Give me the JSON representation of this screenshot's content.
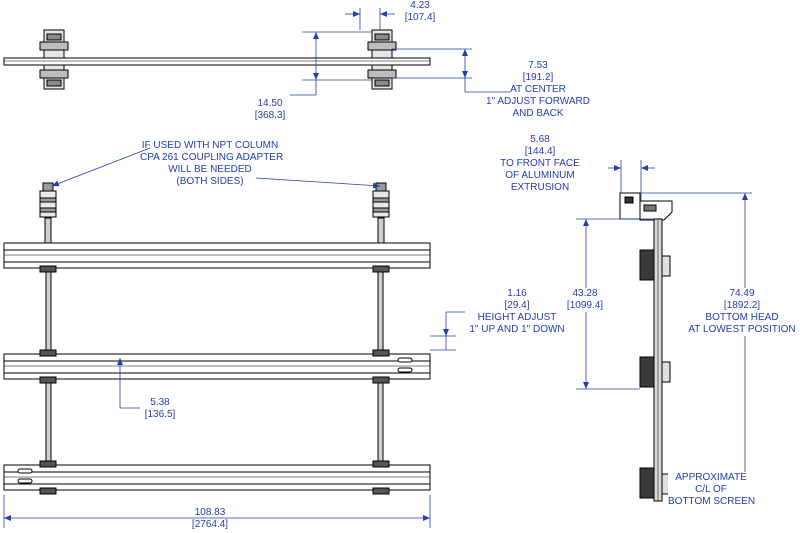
{
  "colors": {
    "line": "#000000",
    "dimension": "#2340a8",
    "part": "#3a3a3a"
  },
  "top_view": {
    "width": {
      "in": "4.23",
      "mm": "[107.4]"
    },
    "depth": {
      "in": "7.53",
      "mm": "[191.2]",
      "note1": "AT CENTER",
      "note2": "1\" ADJUST FORWARD",
      "note3": "AND BACK"
    },
    "offset": {
      "in": "14.50",
      "mm": "[368.3]"
    }
  },
  "front_view": {
    "coupling_note": {
      "line1": "IF USED WITH NPT COLUMN",
      "line2": "CPA 261 COUPLING ADAPTER",
      "line3": "WILL BE NEEDED",
      "line4": "(BOTH SIDES)"
    },
    "height_adjust": {
      "in": "1.16",
      "mm": "[29.4]",
      "note1": "HEIGHT ADJUST",
      "note2": "1\" UP AND 1\" DOWN"
    },
    "rail_spacing": {
      "in": "5.38",
      "mm": "[136.5]"
    },
    "overall_width": {
      "in": "108.83",
      "mm": "[2764.4]"
    }
  },
  "side_view": {
    "front_face": {
      "in": "5.68",
      "mm": "[144.4]",
      "note1": "TO FRONT FACE",
      "note2": "OF ALUMINUM",
      "note3": "EXTRUSION"
    },
    "column_height": {
      "in": "43.28",
      "mm": "[1099.4]"
    },
    "bottom_head": {
      "in": "74.49",
      "mm": "[1892.2]",
      "note1": "BOTTOM HEAD",
      "note2": "AT LOWEST POSITION"
    },
    "screen_center": {
      "line1": "APPROXIMATE",
      "line2": "C/L OF",
      "line3": "BOTTOM SCREEN"
    }
  }
}
